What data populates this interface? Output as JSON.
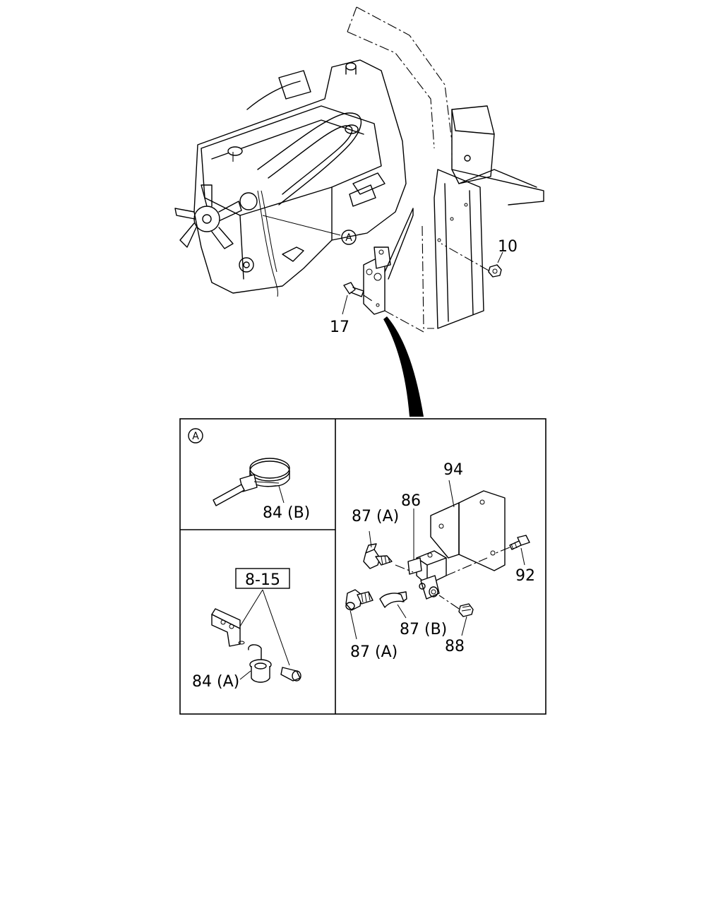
{
  "callouts": {
    "p10": "10",
    "p17": "17",
    "p84a": "84 (A)",
    "p84b": "84 (B)",
    "p86": "86",
    "p87a_top": "87 (A)",
    "p87a_bottom": "87 (A)",
    "p87b": "87 (B)",
    "p88": "88",
    "p92": "92",
    "p94": "94"
  },
  "reference_box": "8-15",
  "detail_marker": "A",
  "detail_view_marker": "A"
}
